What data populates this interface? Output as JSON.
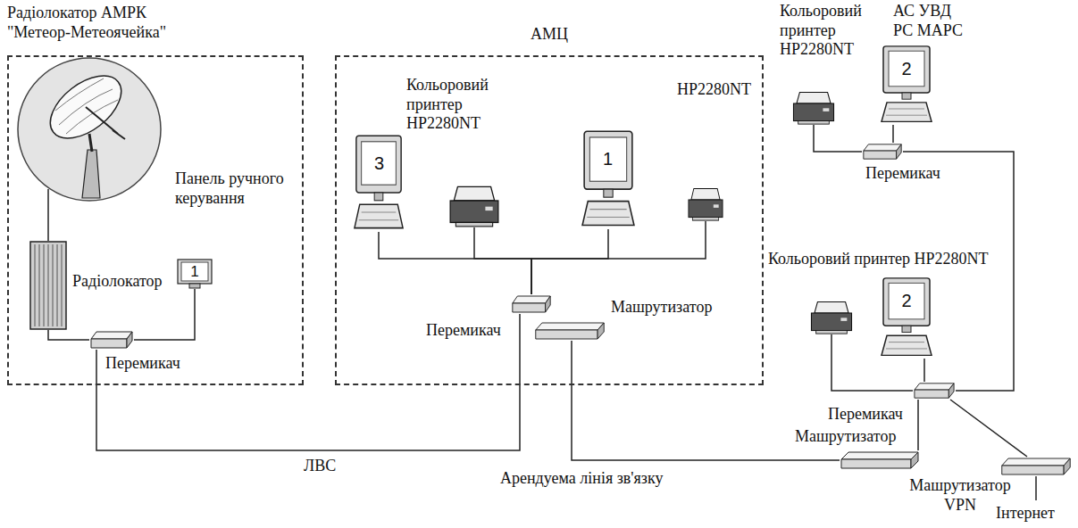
{
  "diagram": {
    "nodes": [
      {
        "text": [
          "Радіолокатор АМРК \"Метеор-Метеоячейка\""
        ]
      },
      {
        "text": [
          "Радіолокатор"
        ],
        "in": 0
      },
      {
        "text": [
          "Панель ручного керування",
          "1"
        ],
        "in": 0
      },
      {
        "text": [
          "Перемикач"
        ],
        "in": 0
      },
      {
        "text": [
          "АМЦ"
        ]
      },
      {
        "text": [
          "3"
        ],
        "in": 4
      },
      {
        "text": [
          "Кольоровий принтер HP2280NT"
        ],
        "in": 4
      },
      {
        "text": [
          "1"
        ],
        "in": 4
      },
      {
        "text": [
          "HP2280NT"
        ],
        "in": 4
      },
      {
        "text": [
          "Перемикач"
        ],
        "in": 4
      },
      {
        "text": [
          "Машрутизатор"
        ],
        "in": 4
      },
      {
        "text": [
          "Кольоровий принтер HP2280NT"
        ]
      },
      {
        "text": [
          "АС УВД РС МАРС",
          "2"
        ]
      },
      {
        "text": [
          "Перемикач"
        ]
      },
      {
        "text": [
          "Кольоровий принтер HP2280NT"
        ]
      },
      {
        "text": [
          "2"
        ]
      },
      {
        "text": [
          "Перемикач"
        ]
      },
      {
        "text": [
          "Машрутизатор"
        ]
      },
      {
        "text": [
          "Машрутизатор VPN"
        ]
      }
    ],
    "edges": [
      {
        "from": 1,
        "to": 3,
        "arrow": "none"
      },
      {
        "from": 2,
        "to": 3,
        "arrow": "none"
      },
      {
        "from": 3,
        "to": 9,
        "arrow": "none"
      },
      {
        "from": 5,
        "to": 9,
        "arrow": "none"
      },
      {
        "from": 6,
        "to": 9,
        "arrow": "none"
      },
      {
        "from": 7,
        "to": 9,
        "arrow": "none"
      },
      {
        "from": 8,
        "to": 9,
        "arrow": "none"
      },
      {
        "from": 10,
        "to": 17,
        "arrow": "none"
      },
      {
        "from": 11,
        "to": 13,
        "arrow": "none"
      },
      {
        "from": 12,
        "to": 13,
        "arrow": "none"
      },
      {
        "from": 13,
        "to": 16,
        "arrow": "none"
      },
      {
        "from": 14,
        "to": 16,
        "arrow": "none"
      },
      {
        "from": 15,
        "to": 16,
        "arrow": "none"
      },
      {
        "from": 16,
        "to": 17,
        "arrow": "none"
      },
      {
        "from": 16,
        "to": 18,
        "arrow": "none"
      }
    ],
    "labels": [
      "ЛВС",
      "Арендуема лінія зв'язку",
      "Інтернет"
    ]
  }
}
